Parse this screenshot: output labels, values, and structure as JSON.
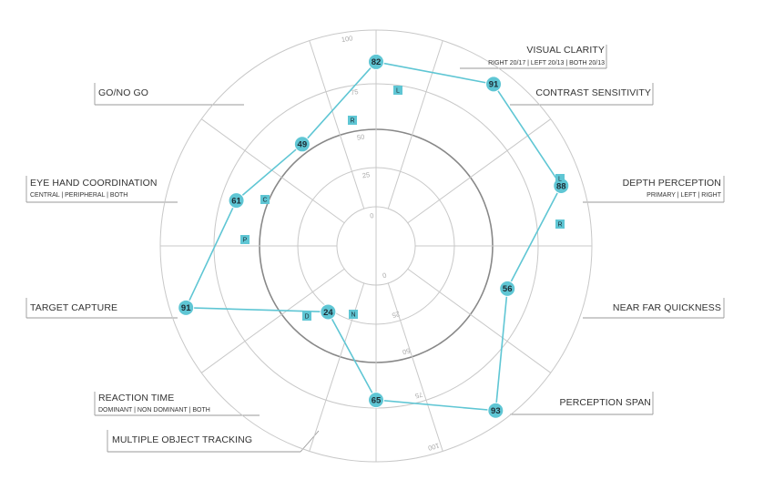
{
  "chart_data": {
    "type": "radar",
    "ring_ticks": [
      "0",
      "25",
      "50",
      "75",
      "100"
    ],
    "categories": [
      {
        "key": "visual_clarity",
        "label": "VISUAL CLARITY",
        "sub": "RIGHT 20/17 | LEFT 20/13 | BOTH 20/13"
      },
      {
        "key": "contrast_sensitivity",
        "label": "CONTRAST SENSITIVITY",
        "sub": ""
      },
      {
        "key": "depth_perception",
        "label": "DEPTH PERCEPTION",
        "sub": "PRIMARY | LEFT | RIGHT"
      },
      {
        "key": "near_far_quickness",
        "label": "NEAR FAR QUICKNESS",
        "sub": ""
      },
      {
        "key": "perception_span",
        "label": "PERCEPTION SPAN",
        "sub": ""
      },
      {
        "key": "multiple_object_tracking",
        "label": "MULTIPLE OBJECT TRACKING",
        "sub": ""
      },
      {
        "key": "reaction_time",
        "label": "REACTION TIME",
        "sub": "DOMINANT | NON DOMINANT |  BOTH"
      },
      {
        "key": "target_capture",
        "label": "TARGET CAPTURE",
        "sub": ""
      },
      {
        "key": "eye_hand_coordination",
        "label": "EYE HAND COORDINATION",
        "sub": "CENTRAL | PERIPHERAL | BOTH"
      },
      {
        "key": "go_no_go",
        "label": "GO/NO GO",
        "sub": ""
      }
    ],
    "points": [
      {
        "value": 82,
        "label": "82"
      },
      {
        "value": 91,
        "label": "91"
      },
      {
        "value": 88,
        "label": "88"
      },
      {
        "value": 56,
        "label": "56"
      },
      {
        "value": 93,
        "label": "93"
      },
      {
        "value": 65,
        "label": "65"
      },
      {
        "value": 24,
        "label": "24"
      },
      {
        "value": 91,
        "label": "91"
      },
      {
        "value": 61,
        "label": "61"
      },
      {
        "value": 49,
        "label": "49"
      }
    ],
    "tags": [
      "L",
      "R",
      "L",
      "R",
      "C",
      "P",
      "D",
      "N"
    ],
    "colors": {
      "series": "#5fc6d4",
      "grid": "#c8c8c8",
      "ring_50": "#888888",
      "label_line": "#999999",
      "text": "#333333"
    }
  }
}
